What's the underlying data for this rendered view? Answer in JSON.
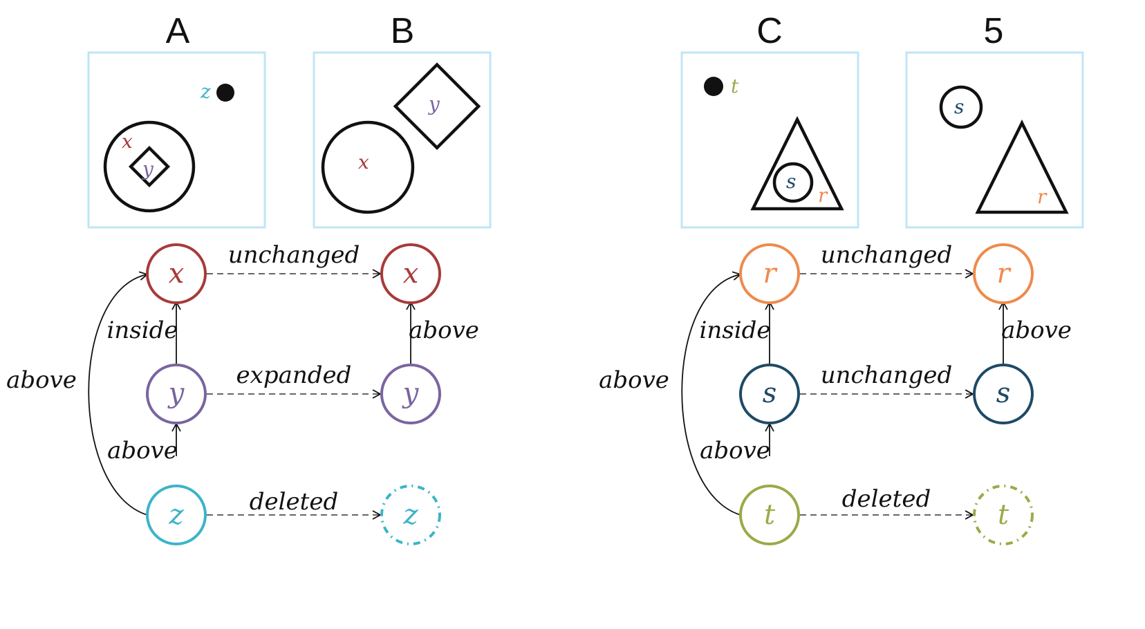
{
  "panels": {
    "A": {
      "title": "A",
      "labels": {
        "x": "x",
        "y": "y",
        "z": "z"
      }
    },
    "B": {
      "title": "B",
      "labels": {
        "x": "x",
        "y": "y"
      }
    },
    "C": {
      "title": "C",
      "labels": {
        "t": "t",
        "s": "s",
        "r": "r"
      }
    },
    "D": {
      "title": "5",
      "labels": {
        "s": "s",
        "r": "r"
      }
    }
  },
  "graph_left": {
    "nodes": {
      "x_before": "x",
      "y_before": "y",
      "z_before": "z",
      "x_after": "x",
      "y_after": "y",
      "z_after": "z"
    },
    "edges": {
      "x_change": "unchanged",
      "y_change": "expanded",
      "z_change": "deleted",
      "y_to_x": "inside",
      "z_to_y": "above",
      "z_to_x": "above",
      "y_to_x_after": "above"
    }
  },
  "graph_right": {
    "nodes": {
      "r_before": "r",
      "s_before": "s",
      "t_before": "t",
      "r_after": "r",
      "s_after": "s",
      "t_after": "t"
    },
    "edges": {
      "r_change": "unchanged",
      "s_change": "unchanged",
      "t_change": "deleted",
      "s_to_r": "inside",
      "t_to_s": "above",
      "t_to_r": "above",
      "s_to_r_after": "above"
    }
  },
  "colors": {
    "x": "#a83a3a",
    "y": "#7a64a0",
    "z": "#3cb4c8",
    "r": "#ee8a4c",
    "s": "#1e4a66",
    "t": "#9aaa48",
    "box_border": "#bfe6f5",
    "ink": "#111111"
  }
}
